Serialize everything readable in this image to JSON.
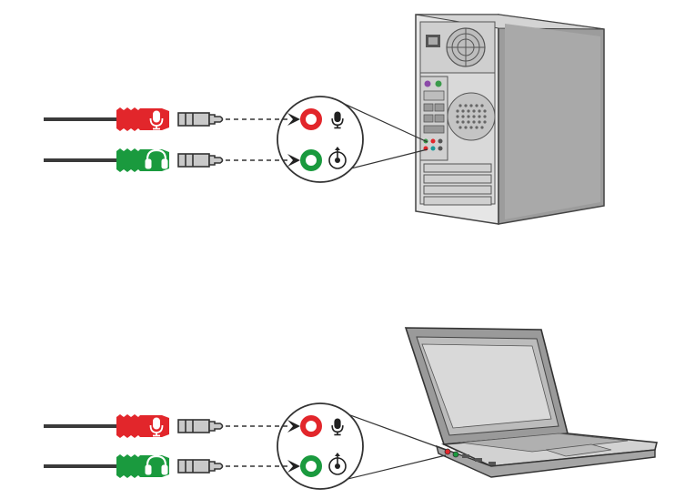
{
  "colors": {
    "mic": "#e2262b",
    "headphone": "#1a9a3e",
    "cable": "#3a3a3a",
    "metal": "#b9b9b9",
    "case_front": "#cfcfcf",
    "case_side": "#9b9b9b",
    "outline": "#4a4a4a"
  },
  "icons": {
    "mic": "microphone-icon",
    "headphone": "headphones-icon",
    "jack_mic": "mic-input-symbol-icon",
    "jack_out": "audio-output-symbol-icon"
  },
  "connections": [
    {
      "id": "desktop-mic",
      "plug_color": "mic",
      "jack_color": "mic"
    },
    {
      "id": "desktop-headphone",
      "plug_color": "headphone",
      "jack_color": "headphone"
    },
    {
      "id": "laptop-mic",
      "plug_color": "mic",
      "jack_color": "mic"
    },
    {
      "id": "laptop-headphone",
      "plug_color": "headphone",
      "jack_color": "headphone"
    }
  ]
}
